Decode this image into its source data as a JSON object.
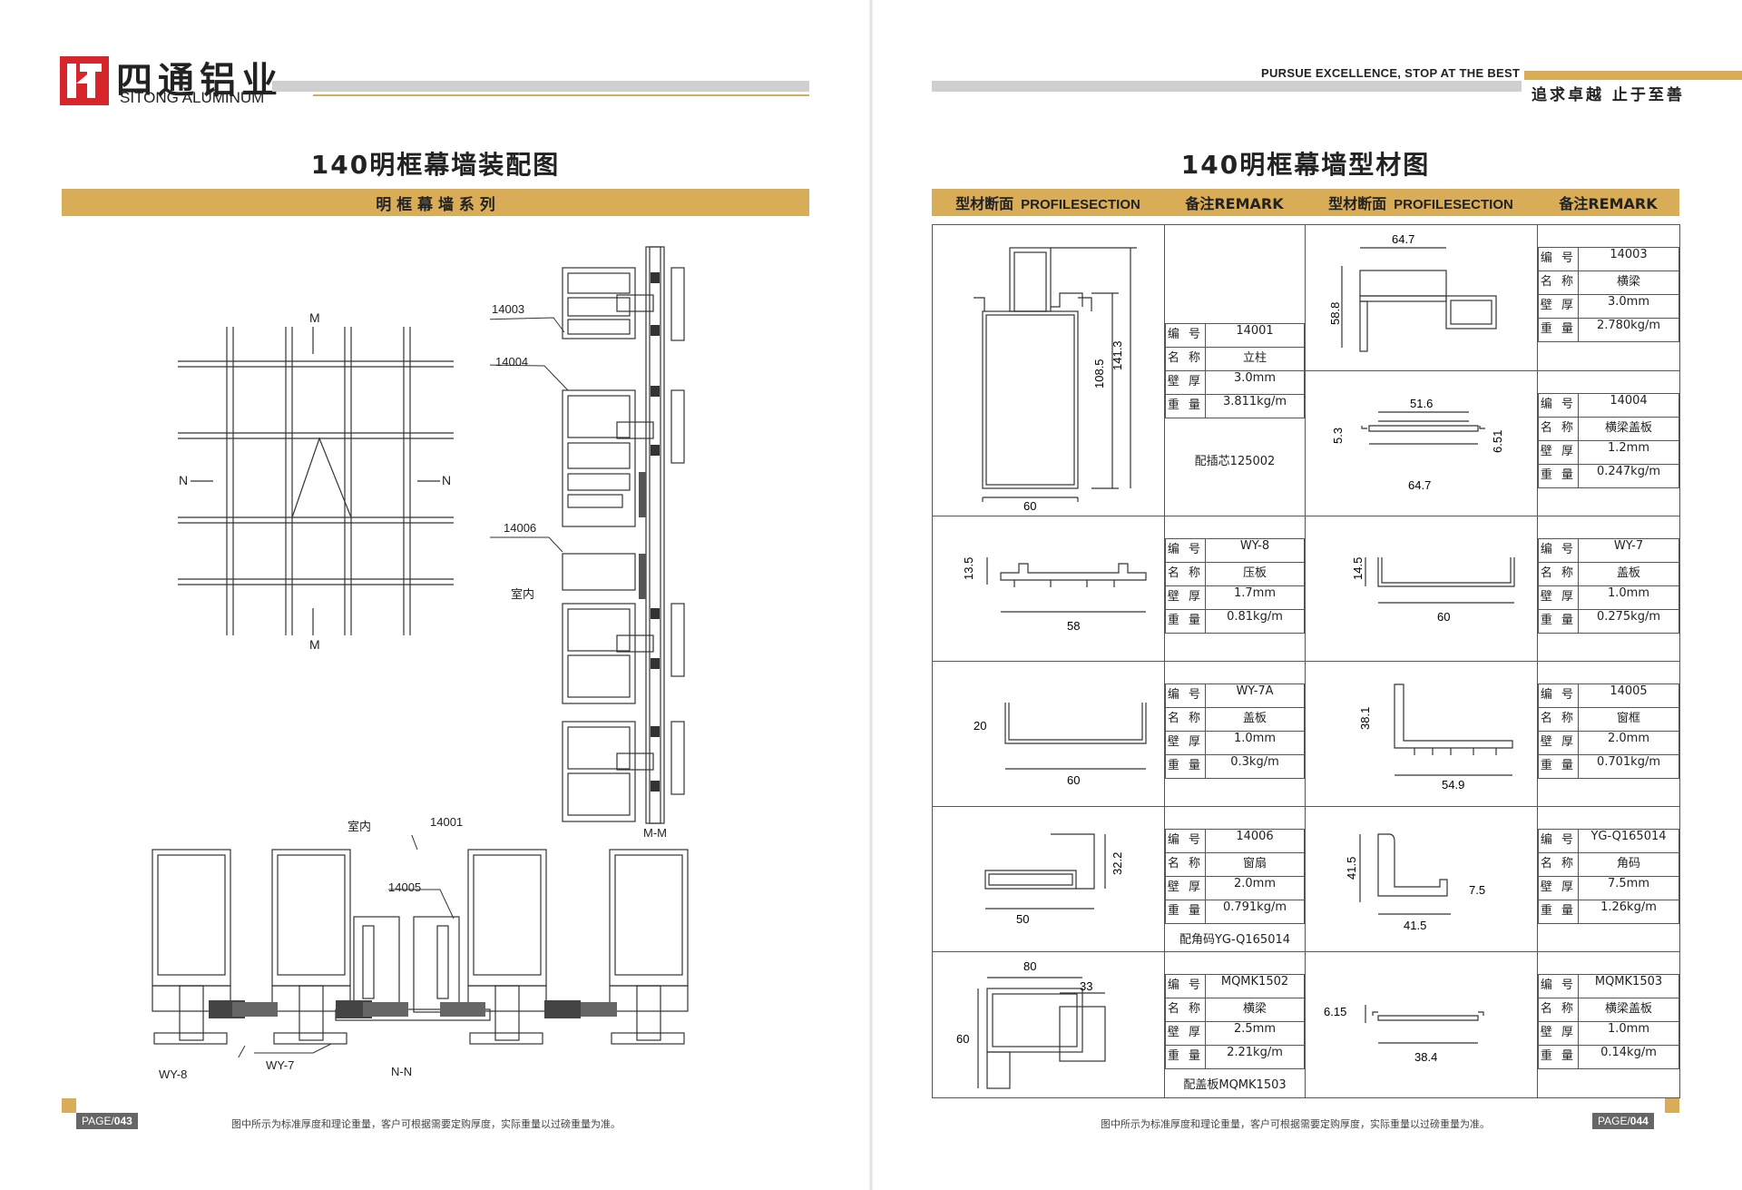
{
  "brand": {
    "cn": "四通铝业",
    "en": "SITONG ALUMINUM"
  },
  "slogan": {
    "en": "PURSUE EXCELLENCE, STOP AT THE BEST",
    "cn": "追求卓越  止于至善"
  },
  "left_page": {
    "title": "140明框幕墙装配图",
    "series_bar": "明 框 幕 墙 系 列",
    "labels": {
      "m_top": "M",
      "m_bottom": "M",
      "n_left": "N",
      "n_right": "N",
      "p14003": "14003",
      "p14004": "14004",
      "p14006": "14006",
      "indoor_right": "室内",
      "mm": "M-M",
      "indoor_bottom": "室内",
      "p14001": "14001",
      "p14005": "14005",
      "wy8": "WY-8",
      "wy7": "WY-7",
      "nn": "N-N"
    },
    "page_label": "PAGE/",
    "page_num": "043",
    "footnote": "图中所示为标准厚度和理论重量，客户可根据需要定购厚度，实际重量以过磅重量为准。"
  },
  "right_page": {
    "title": "140明框幕墙型材图",
    "header": {
      "col1_cn": "型材断面",
      "col1_en": "PROFILESECTION",
      "col2": "备注REMARK",
      "col3_cn": "型材断面",
      "col3_en": "PROFILESECTION",
      "col4": "备注REMARK"
    },
    "keys": {
      "code": "编 号",
      "name": "名 称",
      "wall": "壁 厚",
      "weight": "重 量"
    },
    "profiles": [
      {
        "code": "14001",
        "name": "立柱",
        "wall": "3.0mm",
        "weight": "3.811kg/m",
        "note": "配插芯125002",
        "dims": [
          "141.3",
          "108.5",
          "60"
        ]
      },
      {
        "code": "14003",
        "name": "横梁",
        "wall": "3.0mm",
        "weight": "2.780kg/m",
        "note": "",
        "dims": [
          "64.7",
          "58.8"
        ]
      },
      {
        "code": "14004",
        "name": "横梁盖板",
        "wall": "1.2mm",
        "weight": "0.247kg/m",
        "note": "",
        "dims": [
          "51.6",
          "5.3",
          "6.51",
          "64.7"
        ]
      },
      {
        "code": "WY-8",
        "name": "压板",
        "wall": "1.7mm",
        "weight": "0.81kg/m",
        "note": "",
        "dims": [
          "13.5",
          "58"
        ]
      },
      {
        "code": "WY-7",
        "name": "盖板",
        "wall": "1.0mm",
        "weight": "0.275kg/m",
        "note": "",
        "dims": [
          "14.5",
          "60"
        ]
      },
      {
        "code": "WY-7A",
        "name": "盖板",
        "wall": "1.0mm",
        "weight": "0.3kg/m",
        "note": "",
        "dims": [
          "20",
          "60"
        ]
      },
      {
        "code": "14005",
        "name": "窗框",
        "wall": "2.0mm",
        "weight": "0.701kg/m",
        "note": "",
        "dims": [
          "38.1",
          "54.9"
        ]
      },
      {
        "code": "14006",
        "name": "窗扇",
        "wall": "2.0mm",
        "weight": "0.791kg/m",
        "note": "配角码YG-Q165014",
        "dims": [
          "32.2",
          "50"
        ]
      },
      {
        "code": "YG-Q165014",
        "name": "角码",
        "wall": "7.5mm",
        "weight": "1.26kg/m",
        "note": "",
        "dims": [
          "41.5",
          "7.5",
          "41.5"
        ]
      },
      {
        "code": "MQMK1502",
        "name": "横梁",
        "wall": "2.5mm",
        "weight": "2.21kg/m",
        "note": "配盖板MQMK1503",
        "dims": [
          "80",
          "33",
          "60"
        ]
      },
      {
        "code": "MQMK1503",
        "name": "横梁盖板",
        "wall": "1.0mm",
        "weight": "0.14kg/m",
        "note": "",
        "dims": [
          "6.15",
          "38.4"
        ]
      }
    ],
    "page_label": "PAGE/",
    "page_num": "044",
    "footnote": "图中所示为标准厚度和理论重量，客户可根据需要定购厚度，实际重量以过磅重量为准。"
  },
  "colors": {
    "gold": "#d9ad58",
    "gray_bar": "#cfcfcf",
    "logo_red": "#d7262b"
  }
}
